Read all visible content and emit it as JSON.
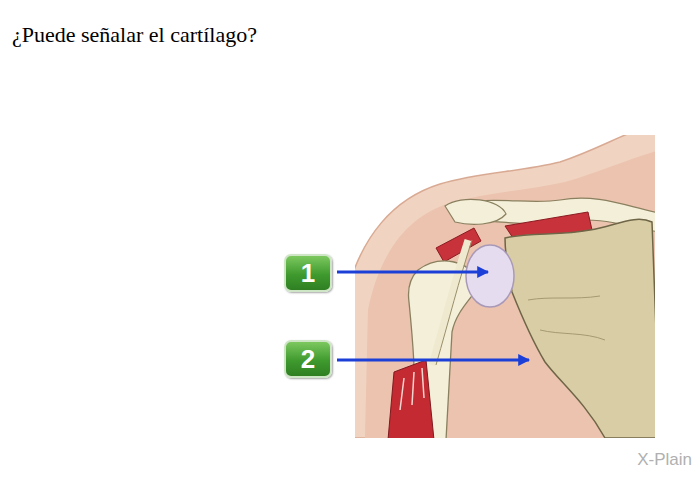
{
  "diagram": {
    "title": "¿Puede señalar el cartílago?",
    "nodes": [
      {
        "text": [
          "1"
        ]
      },
      {
        "text": [
          "2"
        ]
      }
    ],
    "labels": [
      "X-Plain"
    ]
  }
}
